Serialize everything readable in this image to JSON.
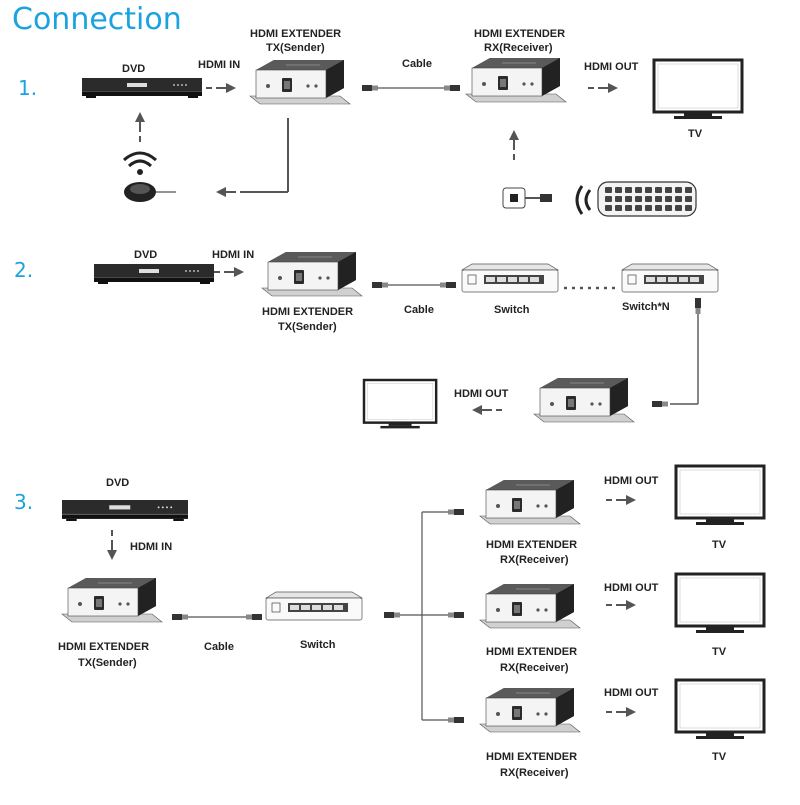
{
  "title": "Connection",
  "colors": {
    "accent": "#1aa3e0",
    "device": "#2b2b2b",
    "arrow": "#555555"
  },
  "sections": [
    {
      "number": "1.",
      "dvd": "DVD",
      "hdmi_in": "HDMI IN",
      "sender_line1": "HDMI EXTENDER",
      "sender_line2": "TX(Sender)",
      "cable": "Cable",
      "receiver_line1": "HDMI EXTENDER",
      "receiver_line2": "RX(Receiver)",
      "hdmi_out": "HDMI OUT",
      "tv": "TV"
    },
    {
      "number": "2.",
      "dvd": "DVD",
      "hdmi_in": "HDMI IN",
      "sender_line1": "HDMI EXTENDER",
      "sender_line2": "TX(Sender)",
      "cable": "Cable",
      "switch": "Switch",
      "switch_n": "Switch*N",
      "hdmi_out": "HDMI OUT"
    },
    {
      "number": "3.",
      "dvd": "DVD",
      "hdmi_in": "HDMI IN",
      "sender_line1": "HDMI EXTENDER",
      "sender_line2": "TX(Sender)",
      "cable": "Cable",
      "switch": "Switch",
      "receivers": [
        {
          "line1": "HDMI EXTENDER",
          "line2": "RX(Receiver)",
          "hdmi_out": "HDMI OUT",
          "tv": "TV"
        },
        {
          "line1": "HDMI EXTENDER",
          "line2": "RX(Receiver)",
          "hdmi_out": "HDMI OUT",
          "tv": "TV"
        },
        {
          "line1": "HDMI EXTENDER",
          "line2": "RX(Receiver)",
          "hdmi_out": "HDMI OUT",
          "tv": "TV"
        }
      ]
    }
  ]
}
